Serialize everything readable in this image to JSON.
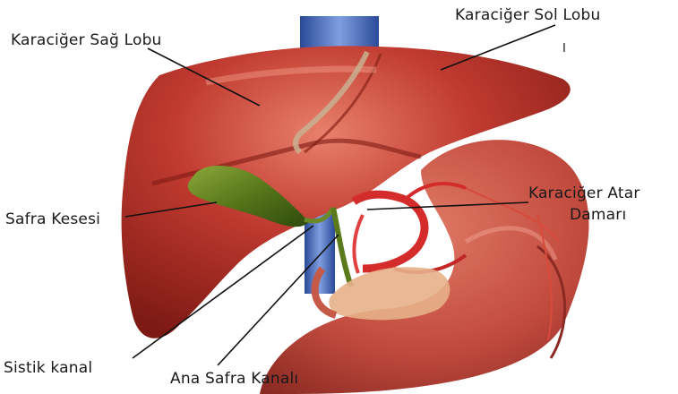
{
  "labels": {
    "right_lobe": "Karaciğer Sağ Lobu",
    "left_lobe": "Karaciğer Sol Lobu",
    "left_lobe_marker": "I",
    "gallbladder": "Safra Kesesi",
    "hepatic_artery_line1": "Karaciğer Atar",
    "hepatic_artery_line2": "Damarı",
    "cystic_duct": "Sistik kanal",
    "common_bile_duct": "Ana Safra Kanalı"
  },
  "colors": {
    "liver": "#b8302a",
    "liver_highlight": "#e0705e",
    "liver_shadow": "#7e1a14",
    "gallbladder": "#5a7a1c",
    "stomach": "#c85648",
    "vena_cava": "#3a5aa8",
    "artery": "#d42b2b",
    "pancreas": "#e7b08a",
    "leader_line": "#111111"
  }
}
